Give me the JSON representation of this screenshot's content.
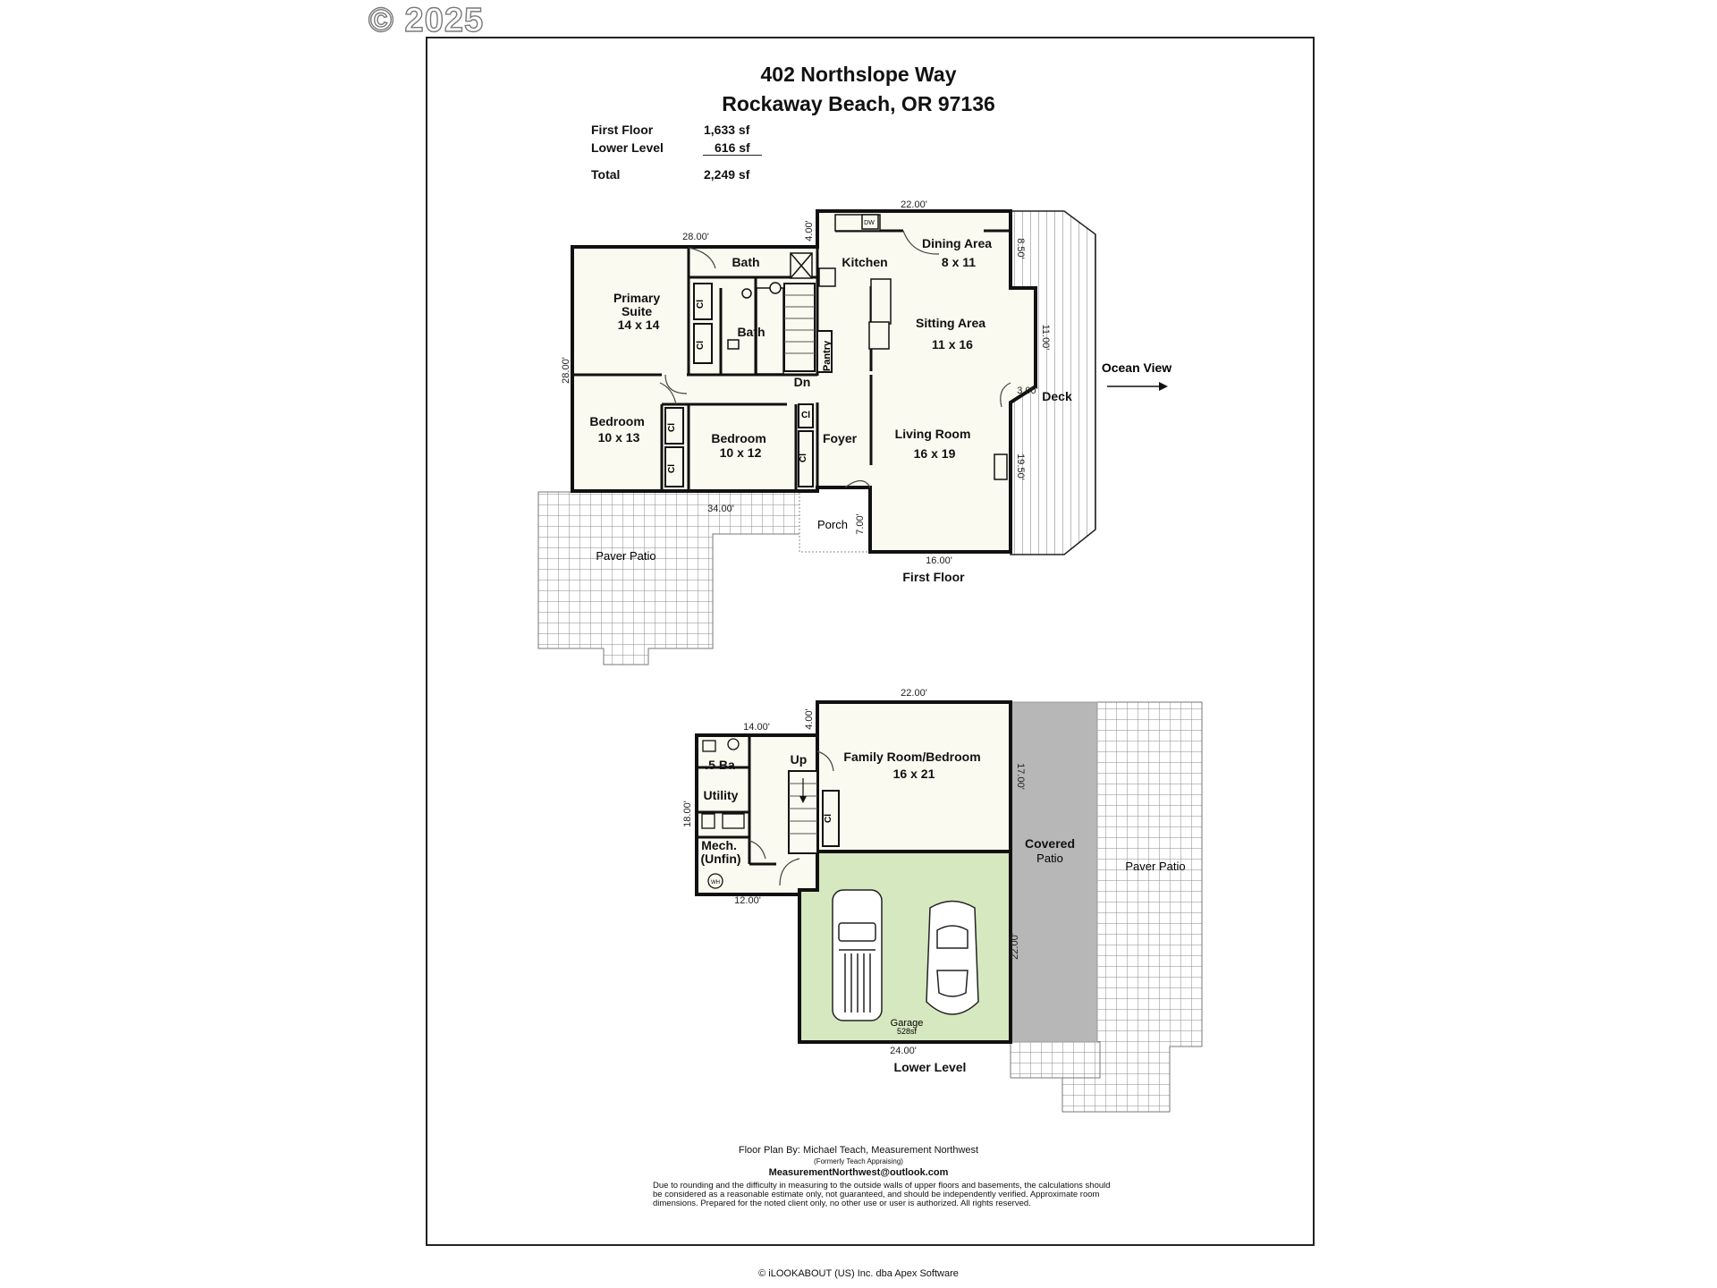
{
  "watermark": "© 2025",
  "header": {
    "title_line1": "402 Northslope Way",
    "title_line2": "Rockaway Beach, OR 97136"
  },
  "area_summary": {
    "rows": [
      {
        "label": "First Floor",
        "value": "1,633 sf"
      },
      {
        "label": "Lower Level",
        "value": "616 sf"
      },
      {
        "label": "Total",
        "value": "2,249 sf"
      }
    ]
  },
  "first_floor": {
    "caption": "First Floor",
    "rooms": {
      "primary_suite": "Primary\nSuite\n14 x 14",
      "bath_upper": "Bath",
      "bath_lower": "Bath",
      "kitchen": "Kitchen",
      "dining": "Dining Area\n8 x 11",
      "sitting": "Sitting Area\n11 x 16",
      "bedroom_a": "Bedroom\n10 x 13",
      "bedroom_b": "Bedroom\n10 x 12",
      "foyer": "Foyer",
      "living": "Living Room\n16 x 19",
      "porch": "Porch",
      "deck": "Deck",
      "paver_patio": "Paver Patio",
      "pantry": "Pantry",
      "dn": "Dn",
      "closet": "Cl"
    },
    "dimensions": [
      "22.00'",
      "28.00'",
      "4.00'",
      "8.50'",
      "11.00'",
      "28.00'",
      "3.00'",
      "34.00'",
      "19.50'",
      "7.00'",
      "16.00'"
    ],
    "ocean_view": "Ocean View",
    "appliance_dw": "DW"
  },
  "lower_level": {
    "caption": "Lower Level",
    "rooms": {
      "family": "Family Room/Bedroom\n16 x 21",
      "half_bath": ".5 Ba",
      "utility": "Utility",
      "mech": "Mech.\n(Unfin)",
      "up": "Up",
      "covered_patio_1": "Covered",
      "covered_patio_2": "Patio",
      "paver_patio": "Paver Patio",
      "garage": "Garage",
      "garage_sf": "528sf",
      "closet": "Cl",
      "wh": "WH"
    },
    "dimensions": [
      "22.00'",
      "14.00'",
      "4.00'",
      "17.00'",
      "18.00'",
      "12.00'",
      "22.00'",
      "24.00'"
    ]
  },
  "credits": {
    "line1": "Floor Plan By: Michael Teach, Measurement Northwest",
    "line2": "(Formerly Teach Appraising)",
    "email": "MeasurementNorthwest@outlook.com",
    "disclaimer": "Due to rounding and the difficulty in measuring to the outside walls of upper floors and basements, the calculations should be considered as a reasonable estimate only, not guaranteed, and should be independently verified. Approximate room dimensions. Prepared for the noted client only, no other use or user is authorized. All rights reserved."
  },
  "footer": "© iLOOKABOUT (US) Inc. dba Apex Software",
  "colors": {
    "room_fill": "#fafaf0",
    "garage_fill": "#d6e8bf",
    "covered_patio_fill": "#b7b7b7",
    "wall": "#111111",
    "grid": "#8a8a8a"
  }
}
